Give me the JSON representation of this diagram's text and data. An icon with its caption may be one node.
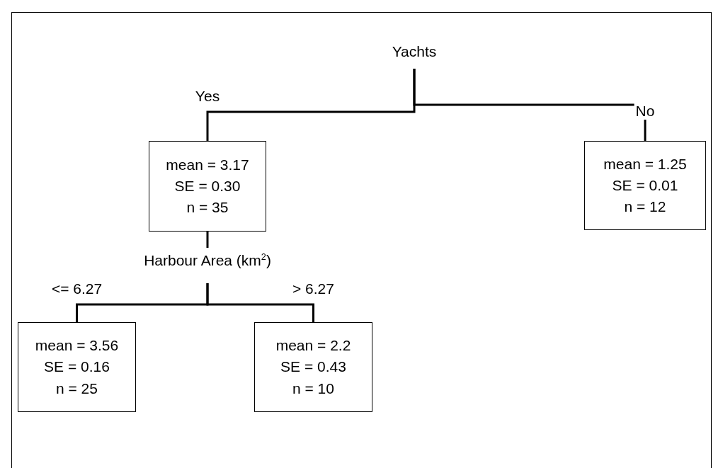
{
  "diagram": {
    "nodes": [
      {
        "text": [
          "Yachts"
        ]
      },
      {
        "text": [
          "mean = 3.17",
          "SE = 0.30",
          "n = 35"
        ]
      },
      {
        "text": [
          "mean = 1.25",
          "SE = 0.01",
          "n = 12"
        ]
      },
      {
        "text": [
          "Harbour Area (km$^{2}$)"
        ]
      },
      {
        "text": [
          "mean = 3.56",
          "SE = 0.16",
          "n = 25"
        ]
      },
      {
        "text": [
          "mean = 2.2",
          "SE = 0.43",
          "n = 10"
        ]
      }
    ],
    "edges": [
      {
        "from": 0,
        "to": 1,
        "arrow": "none",
        "label": "Yes"
      },
      {
        "from": 0,
        "to": 2,
        "arrow": "none",
        "label": "No"
      },
      {
        "from": 1,
        "to": 3,
        "arrow": "none"
      },
      {
        "from": 3,
        "to": 4,
        "arrow": "none",
        "label": "<= 6.27"
      },
      {
        "from": 3,
        "to": 5,
        "arrow": "none",
        "label": "> 6.27"
      }
    ]
  }
}
